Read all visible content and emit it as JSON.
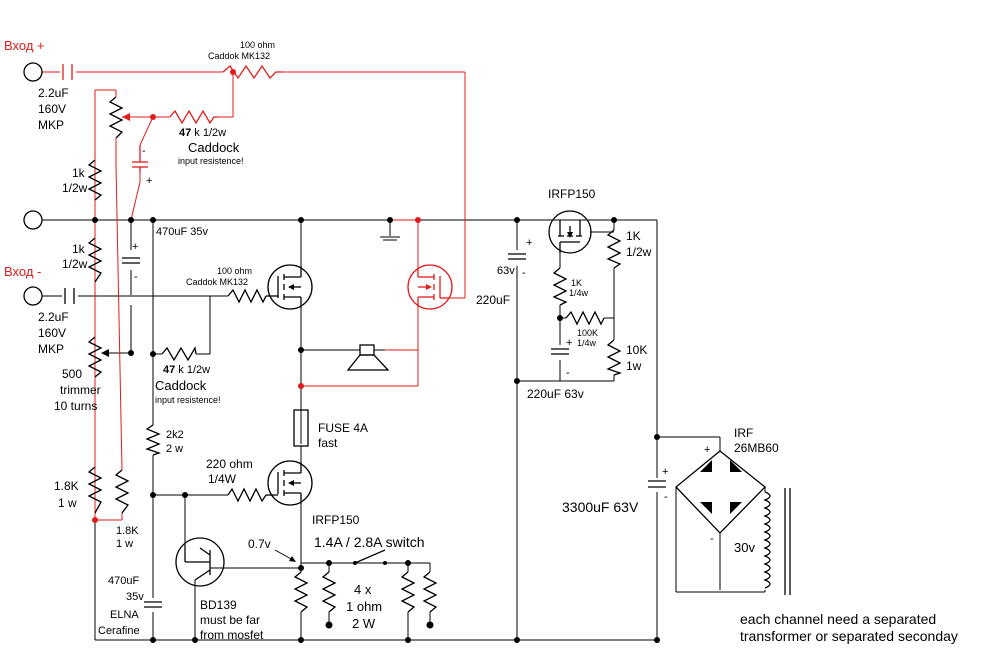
{
  "labels": {
    "input_plus": "Вход +",
    "input_minus": "Вход -",
    "cap_top_value": "2.2uF",
    "cap_top_voltage": "160V",
    "cap_top_type": "MKP",
    "cap_bot_value": "2.2uF",
    "cap_bot_voltage": "160V",
    "cap_bot_type": "MKP",
    "r100_top_value": "100 ohm",
    "r100_top_type": "Caddok MK132",
    "r47_top_value_bold": "47",
    "r47_top_value": " k 1/2w",
    "r47_top_brand": "Caddock",
    "r47_top_note": "input resistence!",
    "r47_bot_value_bold": "47",
    "r47_bot_value": " k 1/2w",
    "r47_bot_brand": "Caddock",
    "r47_bot_note": "input resistence!",
    "r100_bot_value": "100 ohm",
    "r100_bot_type": "Caddok MK132",
    "r1k_a_value": "1k",
    "r1k_a_power": "1/2w",
    "r1k_b_value": "1k",
    "r1k_b_power": "1/2w",
    "cap470_value": "470uF 35v",
    "trimmer_value": "500",
    "trimmer_type": "trimmer",
    "trimmer_turns": "10 turns",
    "r1_8k_left_value": "1.8K",
    "r1_8k_left_power": "1 w",
    "r1_8k_right_value": "1.8K",
    "r1_8k_right_power": "1 w",
    "r2k2_value": "2k2",
    "r2k2_power": "2 w",
    "r220_value": "220 ohm",
    "r220_power": "1/4W",
    "fuse_value": "FUSE 4A",
    "fuse_type": "fast",
    "irfp150_lower": "IRFP150",
    "voltage_07": "0.7v",
    "switch_label": "1.4A / 2.8A switch",
    "res_count": "4 x",
    "res_value": "1 ohm",
    "res_power": "2 W",
    "bd139_name": "BD139",
    "bd139_note1": "must be far",
    "bd139_note2": "from mosfet",
    "cap_elna_value": "470uF",
    "cap_elna_voltage": "35v",
    "cap_elna_brand": "ELNA",
    "cap_elna_type": "Cerafine",
    "irfp150_top": "IRFP150",
    "cap63_voltage": "63v",
    "cap220_value": "220uF",
    "r1k_q_value": "1K",
    "r1k_q_power": "1/4w",
    "r1k_big_value": "1K",
    "r1k_big_power": "1/2w",
    "r100k_value": "100K",
    "r100k_power": "1/4w",
    "r10k_value": "10K",
    "r10k_power": "1w",
    "cap220_63_value": "220uF 63v",
    "irf_name": "IRF",
    "bridge_type": "26MB60",
    "cap3300_value": "3300uF 63V",
    "trafo_voltage": "30v",
    "note_line1": "each channel need a separated",
    "note_line2": "transformer or separated seconday",
    "plus_sign": "+",
    "minus_sign": "-"
  },
  "colors": {
    "wire": "#000000",
    "modification": "#e11c1c",
    "background": "#ffffff"
  }
}
